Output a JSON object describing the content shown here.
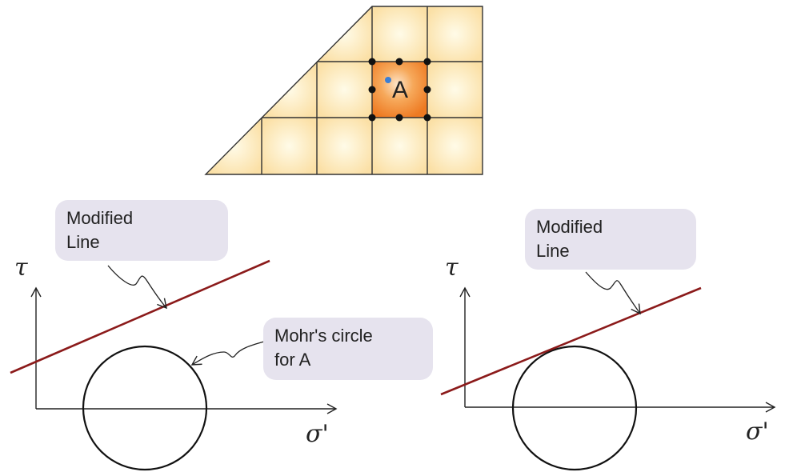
{
  "grid": {
    "point_label": "A"
  },
  "left_diagram": {
    "callout_line": "Modified\nLine",
    "callout_circle": "Mohr's circle\nfor A",
    "y_axis_label": "τ",
    "x_axis_label": "σ'"
  },
  "right_diagram": {
    "callout_line": "Modified\nLine",
    "y_axis_label": "τ",
    "x_axis_label": "σ'"
  },
  "colors": {
    "cell_fill": "#fce4b0",
    "cell_highlight": "#f07f26",
    "grid_stroke": "#333333",
    "failure_line": "#8b1a1a",
    "node_dot": "#111111",
    "center_dot": "#3a7fd5",
    "callout_bg": "#e6e3ee"
  }
}
